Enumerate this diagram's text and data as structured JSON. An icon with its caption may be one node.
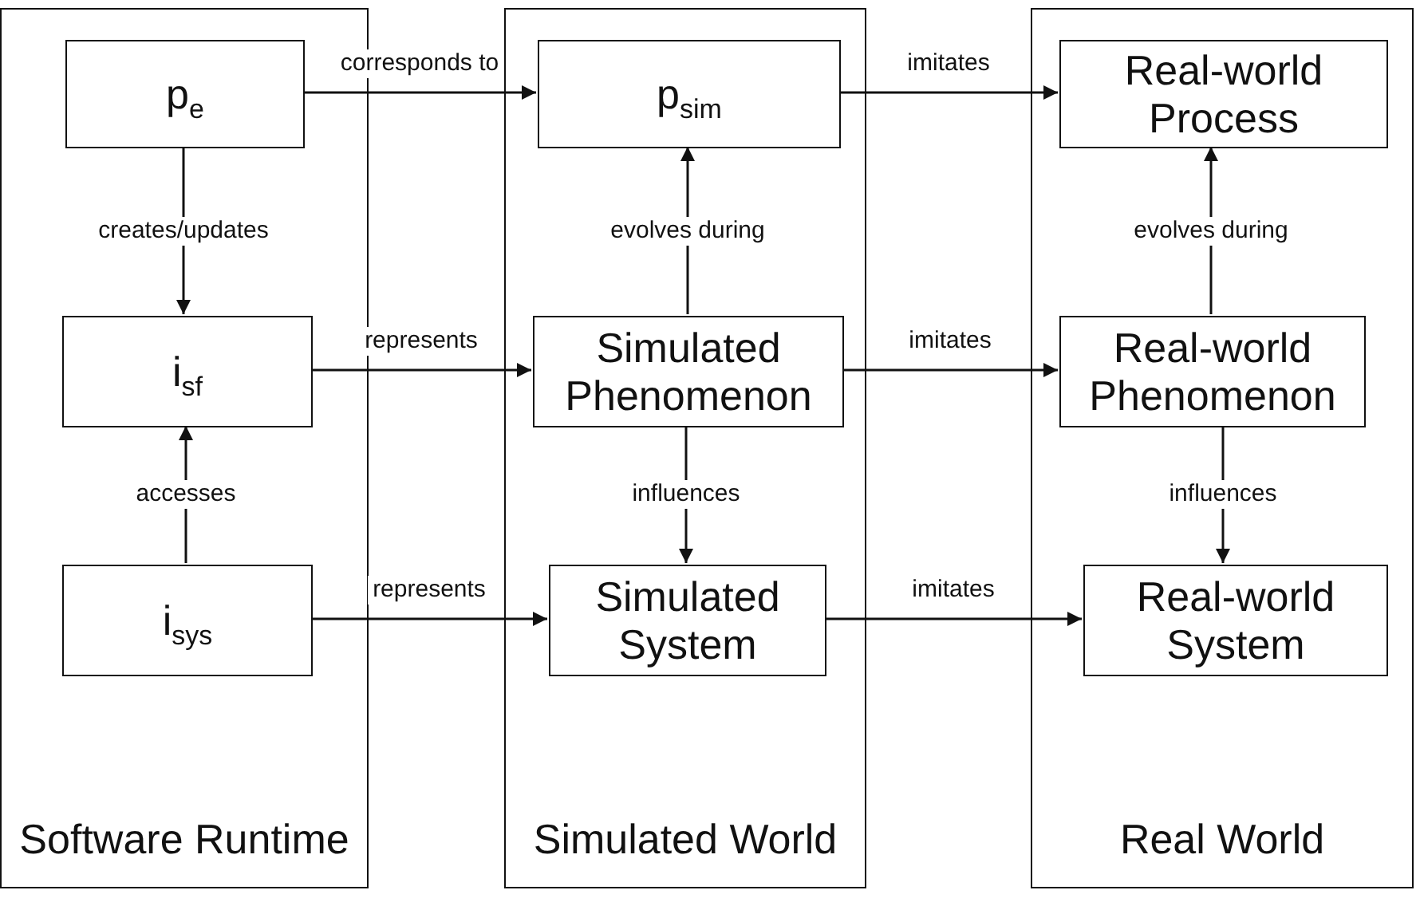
{
  "diagram": {
    "nodes": [
      {
        "text": [
          "Software Runtime"
        ]
      },
      {
        "text": [
          "p$_{e}$"
        ],
        "in": 0
      },
      {
        "text": [
          "i$_{sf}$"
        ],
        "in": 0
      },
      {
        "text": [
          "i$_{sys}$"
        ],
        "in": 0
      },
      {
        "text": [
          "Simulated World"
        ]
      },
      {
        "text": [
          "p$_{sim}$"
        ],
        "in": 4
      },
      {
        "text": [
          "Simulated Phenomenon"
        ],
        "in": 4
      },
      {
        "text": [
          "Simulated System"
        ],
        "in": 4
      },
      {
        "text": [
          "Real World"
        ]
      },
      {
        "text": [
          "Real-world Process"
        ],
        "in": 8
      },
      {
        "text": [
          "Real-world Phenomenon"
        ],
        "in": 8
      },
      {
        "text": [
          "Real-world System"
        ],
        "in": 8
      }
    ],
    "edges": [
      {
        "from": 1,
        "to": 5,
        "arrow": "to",
        "label": "corresponds to"
      },
      {
        "from": 1,
        "to": 2,
        "arrow": "to",
        "label": "creates/updates"
      },
      {
        "from": 3,
        "to": 2,
        "arrow": "to",
        "label": "accesses"
      },
      {
        "from": 2,
        "to": 6,
        "arrow": "to",
        "label": "represents"
      },
      {
        "from": 3,
        "to": 7,
        "arrow": "to",
        "label": "represents"
      },
      {
        "from": 6,
        "to": 5,
        "arrow": "to",
        "label": "evolves during"
      },
      {
        "from": 6,
        "to": 7,
        "arrow": "to",
        "label": "influences"
      },
      {
        "from": 5,
        "to": 9,
        "arrow": "to",
        "label": "imitates"
      },
      {
        "from": 6,
        "to": 10,
        "arrow": "to",
        "label": "imitates"
      },
      {
        "from": 7,
        "to": 11,
        "arrow": "to",
        "label": "imitates"
      },
      {
        "from": 10,
        "to": 9,
        "arrow": "to",
        "label": "evolves during"
      },
      {
        "from": 10,
        "to": 11,
        "arrow": "to",
        "label": "influences"
      }
    ]
  }
}
